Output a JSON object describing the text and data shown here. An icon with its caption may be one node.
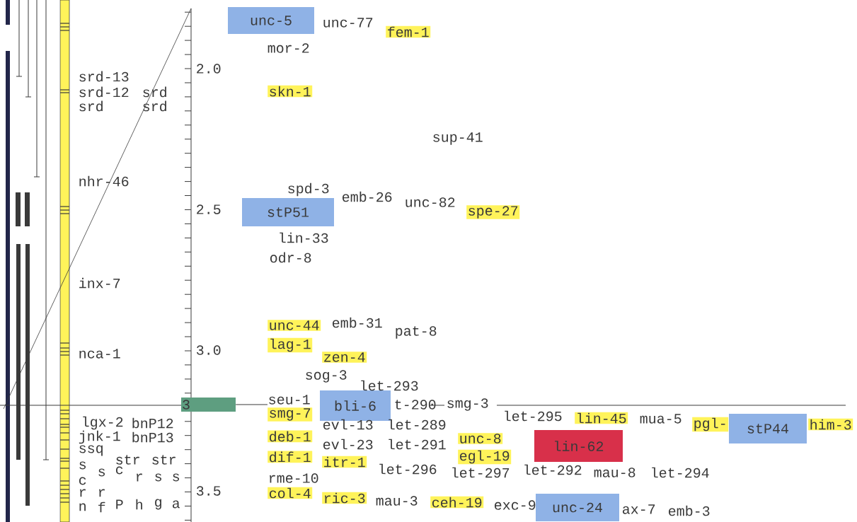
{
  "diagram": {
    "nodes": [
      {
        "text": [
          "unc-5"
        ]
      },
      {
        "text": [
          "fem-1"
        ]
      },
      {
        "text": [
          "skn-1"
        ]
      },
      {
        "text": [
          "stP51"
        ]
      },
      {
        "text": [
          "spe-27"
        ]
      },
      {
        "text": [
          "unc-44"
        ]
      },
      {
        "text": [
          "lag-1"
        ]
      },
      {
        "text": [
          "zen-4"
        ]
      },
      {
        "text": [
          "3"
        ]
      },
      {
        "text": [
          "bli-6"
        ]
      },
      {
        "text": [
          "smg-7"
        ]
      },
      {
        "text": [
          "lin-45"
        ]
      },
      {
        "text": [
          "pgl-"
        ]
      },
      {
        "text": [
          "stP44"
        ]
      },
      {
        "text": [
          "him-3"
        ]
      },
      {
        "text": [
          "deb-1"
        ]
      },
      {
        "text": [
          "unc-8"
        ]
      },
      {
        "text": [
          "lin-62"
        ]
      },
      {
        "text": [
          "dif-1"
        ]
      },
      {
        "text": [
          "itr-1"
        ]
      },
      {
        "text": [
          "egl-19"
        ]
      },
      {
        "text": [
          "col-4"
        ]
      },
      {
        "text": [
          "ric-3"
        ]
      },
      {
        "text": [
          "ceh-19"
        ]
      },
      {
        "text": [
          "unc-24"
        ]
      }
    ],
    "edges": [
      {
        "from": 8,
        "to": 10,
        "arrow": "none"
      }
    ],
    "labels": [
      "unc-77",
      "mor-2",
      "2.0",
      "srd-13",
      "srd-12",
      "srd",
      "srd",
      "srd",
      "sup-41",
      "nhr-46",
      "spd-3",
      "emb-26",
      "unc-82",
      "2.5",
      "lin-33",
      "odr-8",
      "inx-7",
      "emb-31",
      "pat-8",
      "nca-1",
      "3.0",
      "sog-3",
      "let-293",
      "seu-1",
      "t-290",
      "smg-3",
      "lgx-2",
      "bnP12",
      "evl-13",
      "let-289",
      "let-295",
      "mua-5",
      "jnk-1",
      "bnP13",
      "evl-23",
      "let-291",
      "ssq",
      "str",
      "str",
      "s",
      "s",
      "c",
      "r",
      "s",
      "s",
      "let-296",
      "let-297",
      "let-292",
      "mau-8",
      "let-294",
      "c",
      "rme-10",
      "r",
      "r",
      "3.5",
      "n",
      "f",
      "P",
      "h",
      "g",
      "a",
      "mau-3",
      "exc-9",
      "ax-7",
      "emb-3"
    ]
  }
}
